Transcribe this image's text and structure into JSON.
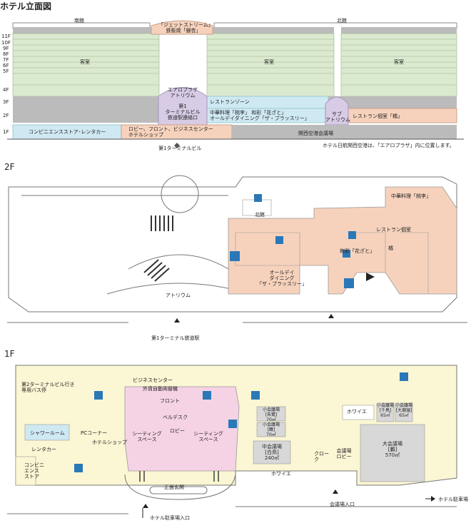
{
  "elevation": {
    "title": "ホテル立面図",
    "south": "南館",
    "north": "北館",
    "floors": [
      "11F",
      "10F",
      "9F",
      "8F",
      "7F",
      "6F",
      "5F",
      "4F",
      "3F",
      "2F",
      "1F"
    ],
    "rooms_label": "客室",
    "top_shop": "「ジェットストリーム」\n鉄板焼「銀杏」",
    "aeroplaza": "エアロプラザ\nアトリウム",
    "rail_connect": "第1\nターミナルビル\n鉄道駅連絡口",
    "restaurant_zone": "レストランゾーン",
    "restaurants_2f": "中華料理「桃李」 和彩「花ざと」\nオールデイダイニング「ザ・ブラッスリー」",
    "sub_atrium": "サブ\nアトリウム",
    "restaurant_private": "レストラン個室「橘」",
    "convenience": "コンビニエンスストア･レンタカー",
    "lobby_front": "ロビー、フロント、ビジネスセンター\nホテルショップ",
    "conference": "関西空港会議場",
    "terminal1": "第1ターミナルビル",
    "note": "ホテル日航関西空港は、「エアロプラザ」内に位置します。"
  },
  "floor2": {
    "title": "2F",
    "north_wing": "北館",
    "chinese": "中華料理「桃李」",
    "private": "レストラン個室",
    "tachibana": "橘",
    "hanazato": "和彩「花ざと」",
    "brasserie": "オールデイ\nダイニング\n「ザ・ブラッスリー」",
    "atrium": "アトリウム",
    "station": "第1ターミナル鉄道駅"
  },
  "floor1": {
    "title": "1F",
    "bus": "第2ターミナルビル行き\n専用バス停",
    "business": "ビジネスセンター",
    "exchange": "外貨自動両替機",
    "front": "フロント",
    "bell": "ベルデスク",
    "lobby": "ロビー",
    "shower": "シャワールーム",
    "pc": "PCコーナー",
    "shop": "ホテルショップ",
    "rentacar": "レンタカー",
    "seating": "シーティング\nスペース",
    "conv": "コンビニ\nエンス\nストア",
    "small_hall_1": "小会議場\n[朱鷺]\n70㎡",
    "small_hall_2": "小会議場\n[鶴]\n70㎡",
    "mid_hall": "中会議場\n[白鳥]\n240㎡",
    "cloak": "クロー\nク",
    "conf_lobby": "会議場\nロビー",
    "foyer": "ホワイエ",
    "small_a": "小会議場\n[千鳥]\n65㎡",
    "small_b": "小会議場\n[大瑠璃]\n65㎡",
    "foyer2": "ホワイエ",
    "big_hall": "大会議場\n[鵬]\n570㎡",
    "main_entrance": "正面玄関",
    "conf_entrance": "会議場入口",
    "hotel_parking": "ホテル駐車場",
    "parking_entrance": "ホテル駐車場入口"
  }
}
